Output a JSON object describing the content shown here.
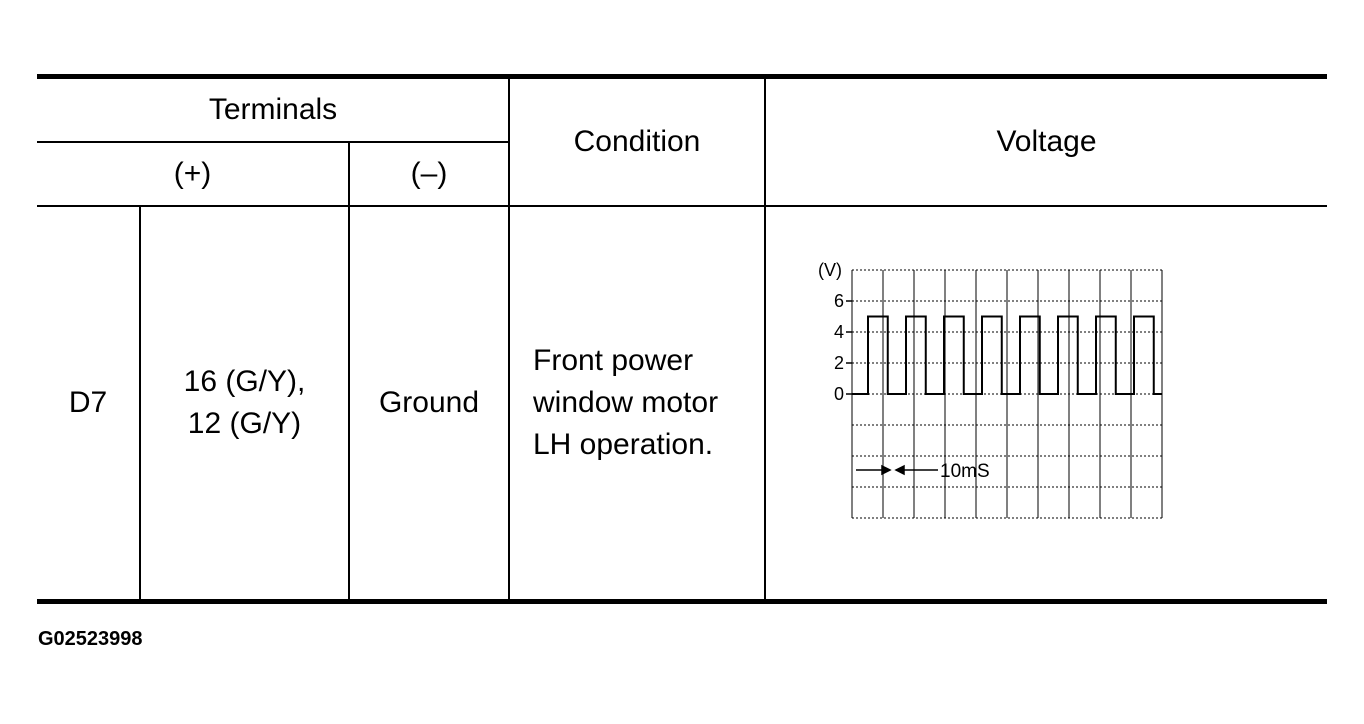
{
  "table": {
    "header": {
      "terminals": "Terminals",
      "plus": "(+)",
      "minus": "(–)",
      "condition": "Condition",
      "voltage": "Voltage"
    },
    "row": {
      "connector": "D7",
      "plus_terminals": "16 (G/Y),\n12 (G/Y)",
      "minus_terminal": "Ground",
      "condition": "Front power\nwindow motor\nLH operation."
    }
  },
  "waveform": {
    "unit_label": "(V)",
    "y_ticks": [
      "6",
      "4",
      "2",
      "0"
    ],
    "time_label": "10mS",
    "pulse_high_volts": 5,
    "pulse_low_volts": 0,
    "pulse_count": 8
  },
  "figure_id": "G02523998"
}
